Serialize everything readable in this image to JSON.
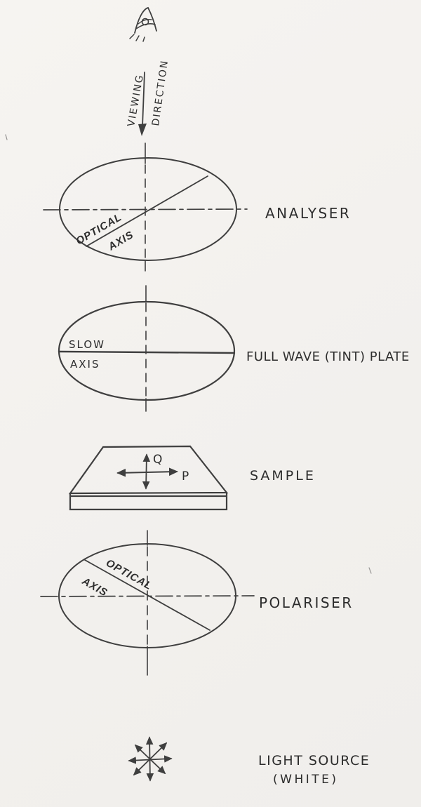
{
  "colors": {
    "paper": "#f3f1ee",
    "ink": "#3f3f3f",
    "text": "#2d2d2d"
  },
  "viewing": {
    "eye_icon": "eye-icon",
    "word_left": "VIEWING",
    "word_right": "DIRECTION"
  },
  "analyser": {
    "label": "ANALYSER",
    "axis_word_top": "OPTICAL",
    "axis_word_bottom": "AXIS"
  },
  "tint_plate": {
    "label": "FULL WAVE (TINT) PLATE",
    "axis_word_top": "SLOW",
    "axis_word_bottom": "AXIS"
  },
  "sample": {
    "label": "SAMPLE",
    "horizontal_arrow_label": "P",
    "vertical_arrow_label": "Q"
  },
  "polariser": {
    "label": "POLARISER",
    "axis_word_top": "OPTICAL",
    "axis_word_bottom": "AXIS"
  },
  "light_source": {
    "label": "LIGHT SOURCE",
    "sublabel": "(WHITE)",
    "icon": "unpolarised-light-starburst-icon"
  }
}
